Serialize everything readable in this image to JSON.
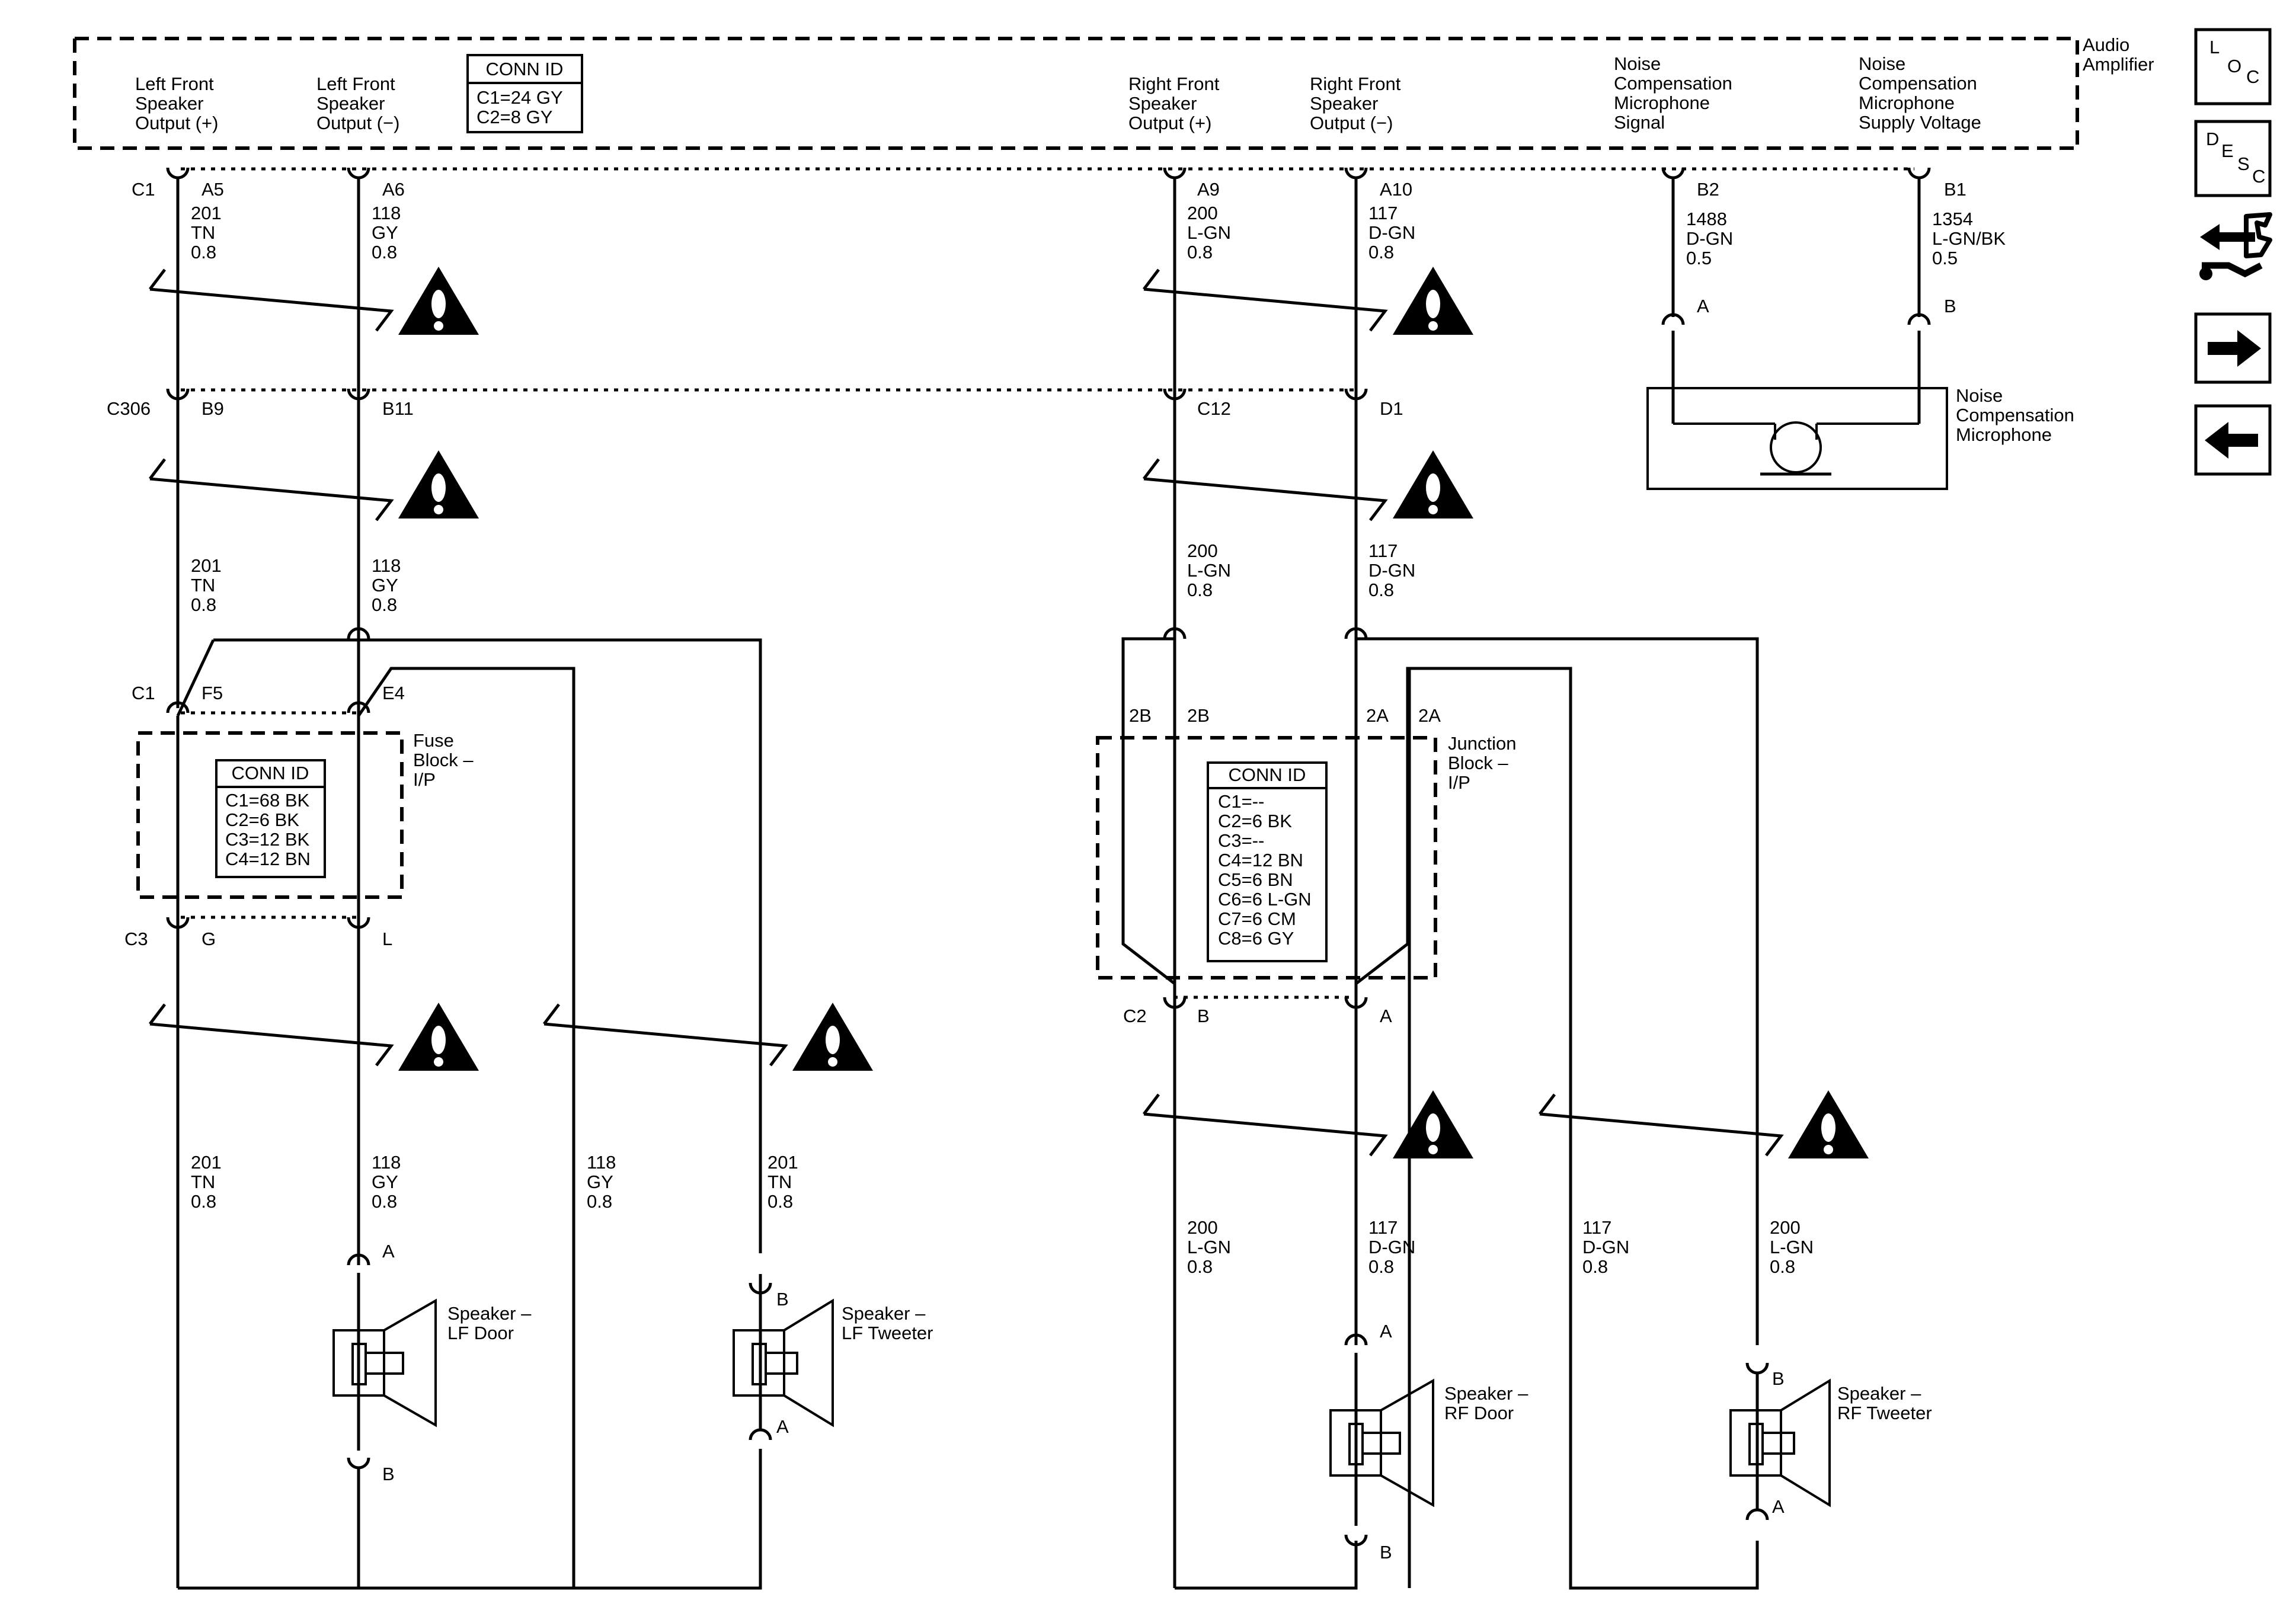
{
  "amplifier": {
    "title_lines": [
      "Audio",
      "Amplifier"
    ],
    "outputs": [
      {
        "lines": [
          "Left Front",
          "Speaker",
          "Output (+)"
        ]
      },
      {
        "lines": [
          "Left Front",
          "Speaker",
          "Output (−)"
        ]
      },
      {
        "lines": [
          "Right Front",
          "Speaker",
          "Output (+)"
        ]
      },
      {
        "lines": [
          "Right Front",
          "Speaker",
          "Output (−)"
        ]
      },
      {
        "lines": [
          "Noise",
          "Compensation",
          "Microphone",
          "Signal"
        ]
      },
      {
        "lines": [
          "Noise",
          "Compensation",
          "Microphone",
          "Supply Voltage"
        ]
      }
    ],
    "conn_id": {
      "title": "CONN ID",
      "lines": [
        "C1=24 GY",
        "C2=8 GY"
      ]
    }
  },
  "pins": {
    "amp_c1": "C1",
    "a5": "A5",
    "a6": "A6",
    "a9": "A9",
    "a10": "A10",
    "b2": "B2",
    "b1": "B1",
    "c306": "C306",
    "b9": "B9",
    "b11": "B11",
    "c12": "C12",
    "d1": "D1",
    "fb_c1": "C1",
    "f5": "F5",
    "e4": "E4",
    "fb_c3": "C3",
    "g": "G",
    "l": "L",
    "jb_2b_a": "2B",
    "jb_2b_b": "2B",
    "jb_2a_a": "2A",
    "jb_2a_b": "2A",
    "jb_c2": "C2",
    "jb_b": "B",
    "jb_a": "A",
    "mic_a": "A",
    "mic_b": "B",
    "lfd_a": "A",
    "lfd_b": "B",
    "lft_b": "B",
    "lft_a": "A",
    "rfd_a": "A",
    "rfd_b": "B",
    "rft_b": "B",
    "rft_a": "A"
  },
  "wires": {
    "w201_top": [
      "201",
      "TN",
      "0.8"
    ],
    "w118_top": [
      "118",
      "GY",
      "0.8"
    ],
    "w200_top": [
      "200",
      "L-GN",
      "0.8"
    ],
    "w117_top": [
      "117",
      "D-GN",
      "0.8"
    ],
    "w1488": [
      "1488",
      "D-GN",
      "0.5"
    ],
    "w1354": [
      "1354",
      "L-GN/BK",
      "0.5"
    ],
    "w201_mid": [
      "201",
      "TN",
      "0.8"
    ],
    "w118_mid": [
      "118",
      "GY",
      "0.8"
    ],
    "w200_mid": [
      "200",
      "L-GN",
      "0.8"
    ],
    "w117_mid": [
      "117",
      "D-GN",
      "0.8"
    ],
    "w201_low": [
      "201",
      "TN",
      "0.8"
    ],
    "w118_low": [
      "118",
      "GY",
      "0.8"
    ],
    "w118_low2": [
      "118",
      "GY",
      "0.8"
    ],
    "w201_low2": [
      "201",
      "TN",
      "0.8"
    ],
    "w200_low": [
      "200",
      "L-GN",
      "0.8"
    ],
    "w117_low": [
      "117",
      "D-GN",
      "0.8"
    ],
    "w117_low2": [
      "117",
      "D-GN",
      "0.8"
    ],
    "w200_low2": [
      "200",
      "L-GN",
      "0.8"
    ]
  },
  "fuse_block": {
    "name_lines": [
      "Fuse",
      "Block –",
      "I/P"
    ],
    "conn_id": {
      "title": "CONN ID",
      "lines": [
        "C1=68 BK",
        "C2=6 BK",
        "C3=12 BK",
        "C4=12 BN"
      ]
    }
  },
  "junction_block": {
    "name_lines": [
      "Junction",
      "Block –",
      "I/P"
    ],
    "conn_id": {
      "title": "CONN ID",
      "lines": [
        "C1=--",
        "C2=6 BK",
        "C3=--",
        "C4=12 BN",
        "C5=6 BN",
        "C6=6 L-GN",
        "C7=6 CM",
        "C8=6 GY"
      ]
    }
  },
  "components": {
    "microphone": [
      "Noise",
      "Compensation",
      "Microphone"
    ],
    "lf_door": [
      "Speaker –",
      "LF Door"
    ],
    "lf_tweeter": [
      "Speaker –",
      "LF Tweeter"
    ],
    "rf_door": [
      "Speaker –",
      "RF Door"
    ],
    "rf_tweeter": [
      "Speaker –",
      "RF Tweeter"
    ]
  },
  "nav": {
    "loc": {
      "letters": [
        "L",
        "O",
        "C"
      ],
      "icon": "location-icon"
    },
    "desc": {
      "letters": [
        "D",
        "E",
        "S",
        "C"
      ],
      "icon": "description-icon"
    },
    "connector": {
      "icon": "connector-tool-icon"
    },
    "next": {
      "icon": "arrow-right-icon"
    },
    "prev": {
      "icon": "arrow-left-icon"
    }
  }
}
